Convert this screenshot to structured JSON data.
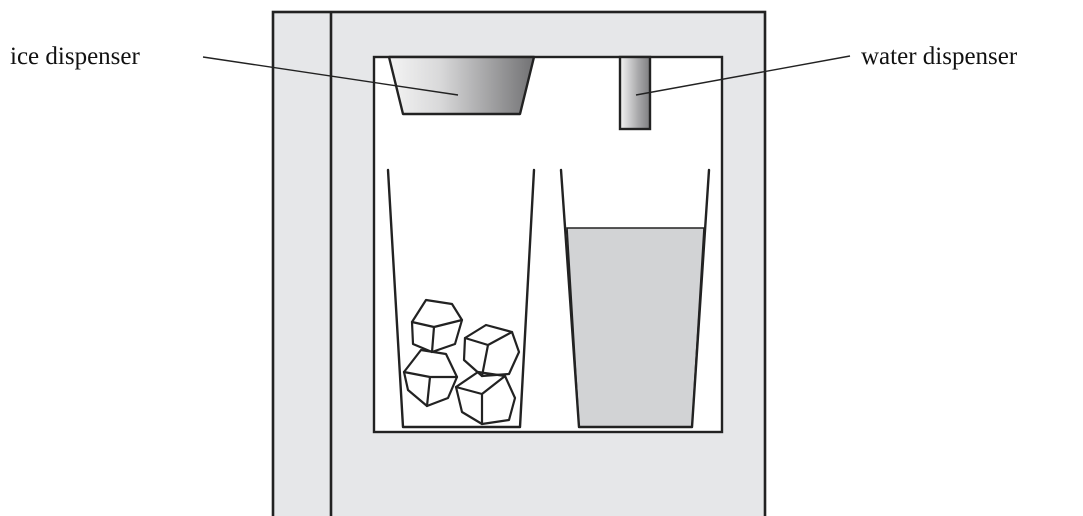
{
  "labels": {
    "ice_dispenser": "ice dispenser",
    "water_dispenser": "water dispenser"
  },
  "colors": {
    "panel": "#e6e7e9",
    "alcove": "#ffffff",
    "water": "#d2d3d5",
    "outline": "#222222",
    "dispenser_dark": "#7a7a7c",
    "dispenser_light": "#f2f2f2"
  },
  "glasses": {
    "left_contents": "ice cubes",
    "right_contents": "water"
  }
}
